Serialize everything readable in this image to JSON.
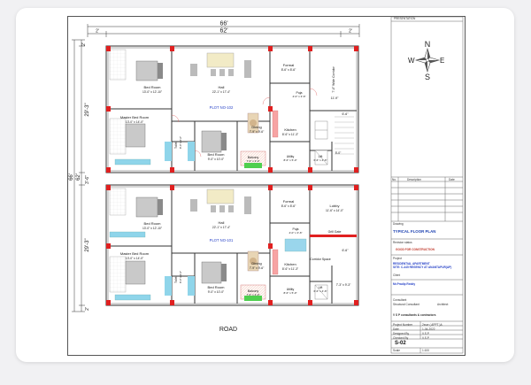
{
  "dims": {
    "overall_width": "66'",
    "inner_width": "62'",
    "margin_left": "2'",
    "margin_right": "2'",
    "overall_height": "66'",
    "inner_height": "62'",
    "depth_top": "29'-3\"",
    "depth_bottom": "29'-3\"",
    "mid_gap": "3'-6\"",
    "top_edge": "2'",
    "bottom_edge": "2'"
  },
  "plot_upper": "PLOT NO-102",
  "plot_lower": "PLOT NO-101",
  "rooms_upper": {
    "bed1": "Bed Room",
    "bed1_dim": "13'-0\" x 12'-10\"",
    "hall": "Hall",
    "hall_dim": "22'-1\" x 17'-4\"",
    "formal": "Formal",
    "formal_dim": "8'-6\" x 8'-6\"",
    "puja": "Puja",
    "puja_dim": "4'-0\" x 3'-6\"",
    "sitout": "7'-0\" Wide Corridor",
    "master": "Master Bed Room",
    "master_dim": "13'-0\" x 14'-0\"",
    "dining": "Dining",
    "dining_dim": "7'-9\" x 9'-6\"",
    "kitchen": "Kitchen",
    "kitchen_dim": "8'-6\" x 11'-3\"",
    "bed2": "Bed Room",
    "bed2_dim": "9'-0\" x 10'-0\"",
    "toilet": "Toilet",
    "toilet_dim": "8'-0\" x 4'-6\"",
    "utility": "Utility",
    "utility_dim": "8'-6\" x 5'-0\"",
    "lift": "Lift",
    "lift_dim": "6'-6\" x 4'-6\"",
    "balcony": "Balcony",
    "balcony_dim": "7'-6\" x 3'-0\"",
    "stair_dim": "6'-6\"",
    "dim_a": "11'-9\"",
    "dim_b": "5'-0\""
  },
  "rooms_lower": {
    "bed1": "Bed Room",
    "bed1_dim": "13'-0\" x 12'-10\"",
    "hall": "Hall",
    "hall_dim": "22'-1\" x 17'-4\"",
    "formal": "Formal",
    "formal_dim": "8'-6\" x 8'-6\"",
    "puja": "Puja",
    "puja_dim": "4'-0\" x 3'-6\"",
    "lobby": "Lobby",
    "lobby_dim": "11'-6\" x 14'-0\"",
    "grill": "Grill Gate",
    "corridor": "Corridor Space",
    "master": "Master Bed Room",
    "master_dim": "13'-0\" x 14'-0\"",
    "dining": "Dining",
    "dining_dim": "7'-9\" x 9'-6\"",
    "kitchen": "Kitchen",
    "kitchen_dim": "8'-6\" x 11'-3\"",
    "bed2": "Bed Room",
    "bed2_dim": "9'-0\" x 10'-0\"",
    "toilet": "Toilet",
    "toilet_dim": "8'-0\" x 4'-6\"",
    "utility": "Utility",
    "utility_dim": "8'-6\" x 5'-0\"",
    "lift": "Lift",
    "lift_dim": "6'-6\" x 4'-6\"",
    "balcony": "Balcony",
    "balcony_dim": "7'-6\" x 3'-0\"",
    "stair_dim": "6'-6\"",
    "dim_c": "7'-3\" x 9'-3\""
  },
  "road": "ROAD",
  "compass": {
    "n": "N",
    "s": "S",
    "e": "E",
    "w": "W"
  },
  "title_block": {
    "header": "PRESENTATION",
    "col_no": "No.",
    "col_desc": "Description",
    "col_date": "Date",
    "drawing_label": "Drawing",
    "drawing_title": "TYPICAL FLOOR PLAN",
    "revision_label": "Revision status",
    "revision": "GOOD FOR CONSTRUCTION",
    "project_label": "Project",
    "project_line1": "RESIDENTIAL APARTMENT",
    "project_line2": "SITE: C-445 REGENCY AT ANANTAPUR(AP)",
    "client_label": "Client",
    "client": "Mr.Pradip Reddy",
    "consultant_label": "Consultant",
    "structural_label": "Structural Consultant",
    "architect_label": "Architect",
    "firm": "V S P consultants & contractors",
    "project_num_label": "Project Number",
    "project_num": "2ssvr ( APPT )A",
    "date_label": "Date",
    "date": "1-04-2022",
    "designed_label": "Designed By",
    "designed": "V.S.P",
    "checked_label": "Checked By",
    "checked": "V.S.P",
    "sheet": "S-02",
    "scale_label": "Scale",
    "scale": "1:100"
  }
}
